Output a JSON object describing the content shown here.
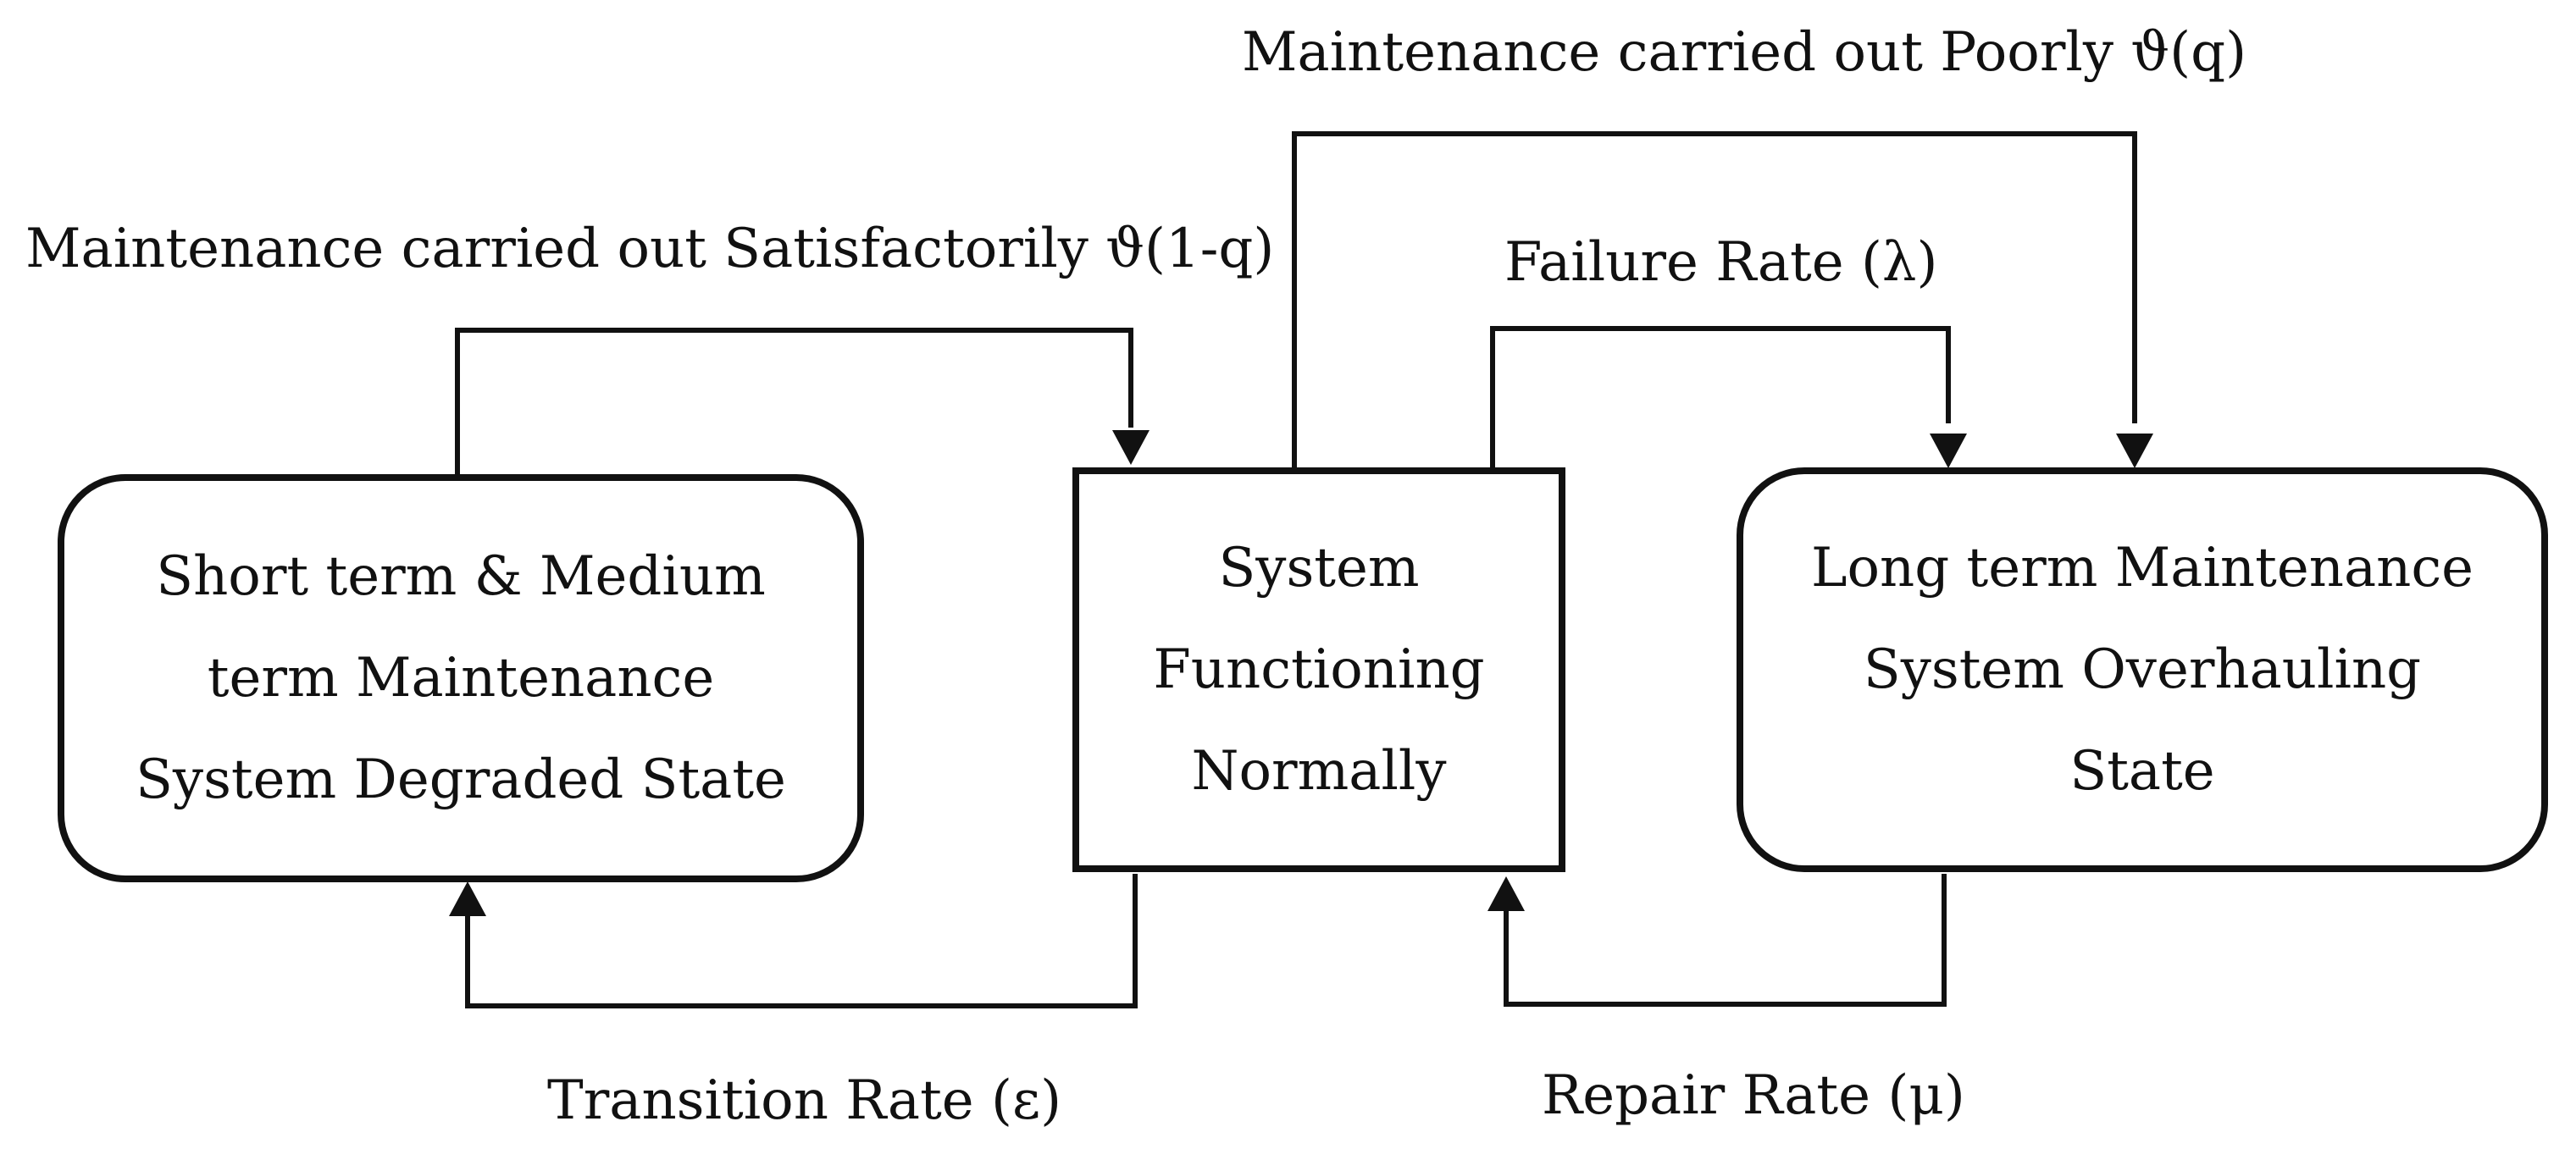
{
  "states": {
    "degraded": {
      "lines": [
        "Short term & Medium",
        "term Maintenance",
        "System Degraded State"
      ]
    },
    "normal": {
      "lines": [
        "System",
        "Functioning",
        "Normally"
      ]
    },
    "overhaul": {
      "lines": [
        "Long term Maintenance",
        "System Overhauling",
        "State"
      ]
    }
  },
  "transitions": {
    "poorly": "Maintenance carried out Poorly ϑ(q)",
    "satisfactorily": "Maintenance carried out Satisfactorily ϑ(1-q)",
    "failure": "Failure Rate (λ)",
    "transition": "Transition Rate (ε)",
    "repair": "Repair Rate (μ)"
  },
  "colors": {
    "line": "#111111",
    "background": "#ffffff"
  }
}
